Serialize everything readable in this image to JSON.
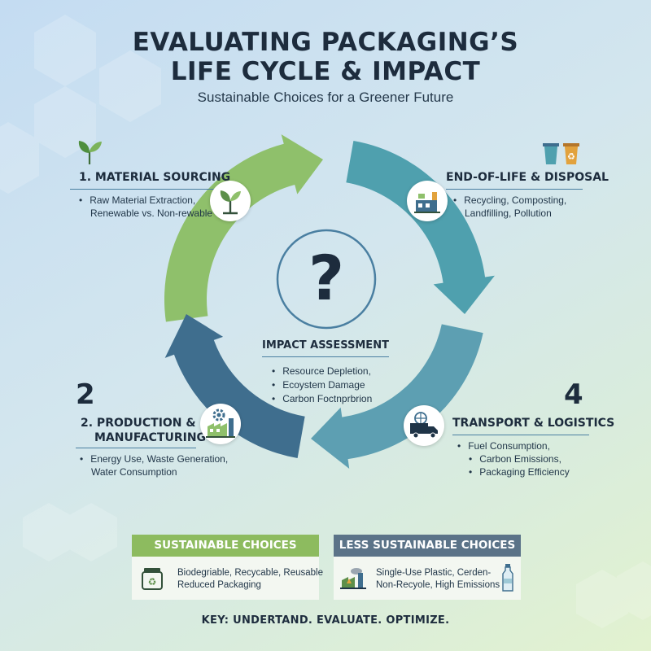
{
  "header": {
    "title_line1": "EVALUATING PACKAGING’S",
    "title_line2": "LIFE CYCLE & IMPACT",
    "subtitle": "Sustainable Choices for a Greener Future"
  },
  "colors": {
    "sourcing_arrow": "#8fc06b",
    "disposal_arrow": "#4fa0ae",
    "transport_arrow": "#5d9fb2",
    "production_arrow": "#3f6e8e",
    "sustainable_header": "#8dbb5f",
    "less_sustainable_header": "#5b7388"
  },
  "stages": {
    "sourcing": {
      "title": "1. MATERIAL SOURCING",
      "bullets": [
        "Raw Material Extraction,",
        "Renewable vs. Non-rewable"
      ],
      "icon": "sprout-icon"
    },
    "disposal": {
      "title": "END-OF-LIFE & DISPOSAL",
      "bullets": [
        "Recycling, Composting,",
        "Landfilling, Pollution"
      ],
      "icons": [
        "recycle-bins-icon",
        "factory-icon"
      ]
    },
    "production": {
      "number": "2",
      "title_line1": "2. PRODUCTION &",
      "title_line2": "MANUFACTURING",
      "bullets": [
        "Energy Use, Waste Generation,",
        "Water Consumption"
      ],
      "icon": "factory-gear-icon"
    },
    "transport": {
      "number": "4",
      "title": "TRANSPORT & LOGISTICS",
      "bullets": [
        "Fuel Consumption,",
        "Carbon Emissions,",
        "Packaging Efficiency"
      ],
      "icon": "truck-globe-icon"
    }
  },
  "center": {
    "symbol": "?",
    "title": "IMPACT ASSESSMENT",
    "bullets": [
      "Resource Depletion,",
      "Ecoystem Damage",
      "Carbon Foctnprbrion"
    ]
  },
  "panels": {
    "sustainable": {
      "title": "SUSTAINABLE CHOICES",
      "line1": "Biodegriable, Recycable, Reusable",
      "line2": "Reduced Packaging",
      "icon": "recycle-jar-icon"
    },
    "less_sustainable": {
      "title": "LESS SUSTAINABLE CHOICES",
      "line1": "Single-Use Plastic, Cerden-",
      "line2": "Non-Recyole, High Emissions",
      "icons": [
        "polluting-factory-icon",
        "plastic-bottle-icon"
      ]
    }
  },
  "footer": {
    "key": "KEY: UNDERTAND. EVALUATE. OPTIMIZE."
  }
}
